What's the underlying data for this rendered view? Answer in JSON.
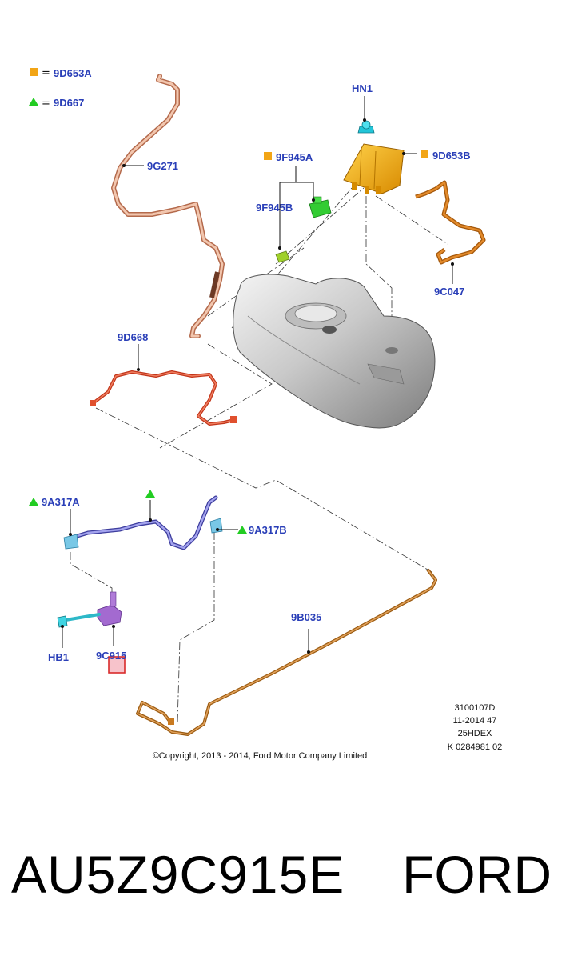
{
  "legend": {
    "square_code": "9D653A",
    "triangle_code": "9D667",
    "equals": "="
  },
  "labels": {
    "hn1": "HN1",
    "9d653b": "9D653B",
    "9f945a": "9F945A",
    "9f945b": "9F945B",
    "9g271": "9G271",
    "9c047": "9C047",
    "9d668": "9D668",
    "9a317a": "9A317A",
    "9a317b": "9A317B",
    "hb1": "HB1",
    "9c915": "9C915",
    "9b035": "9B035"
  },
  "meta": {
    "line1": "3100107D",
    "line2": "11-2014 47",
    "line3": "25HDEX",
    "line4": "K 0284981 02"
  },
  "copyright": "©Copyright, 2013 - 2014, Ford Motor Company Limited",
  "footer": {
    "part_number": "AU5Z9C915E",
    "brand": "FORD"
  },
  "colors": {
    "label_blue": "#2a3fb8",
    "square_orange": "#f2a516",
    "triangle_green": "#22cc22",
    "highlight_red": "#d92b2b"
  }
}
